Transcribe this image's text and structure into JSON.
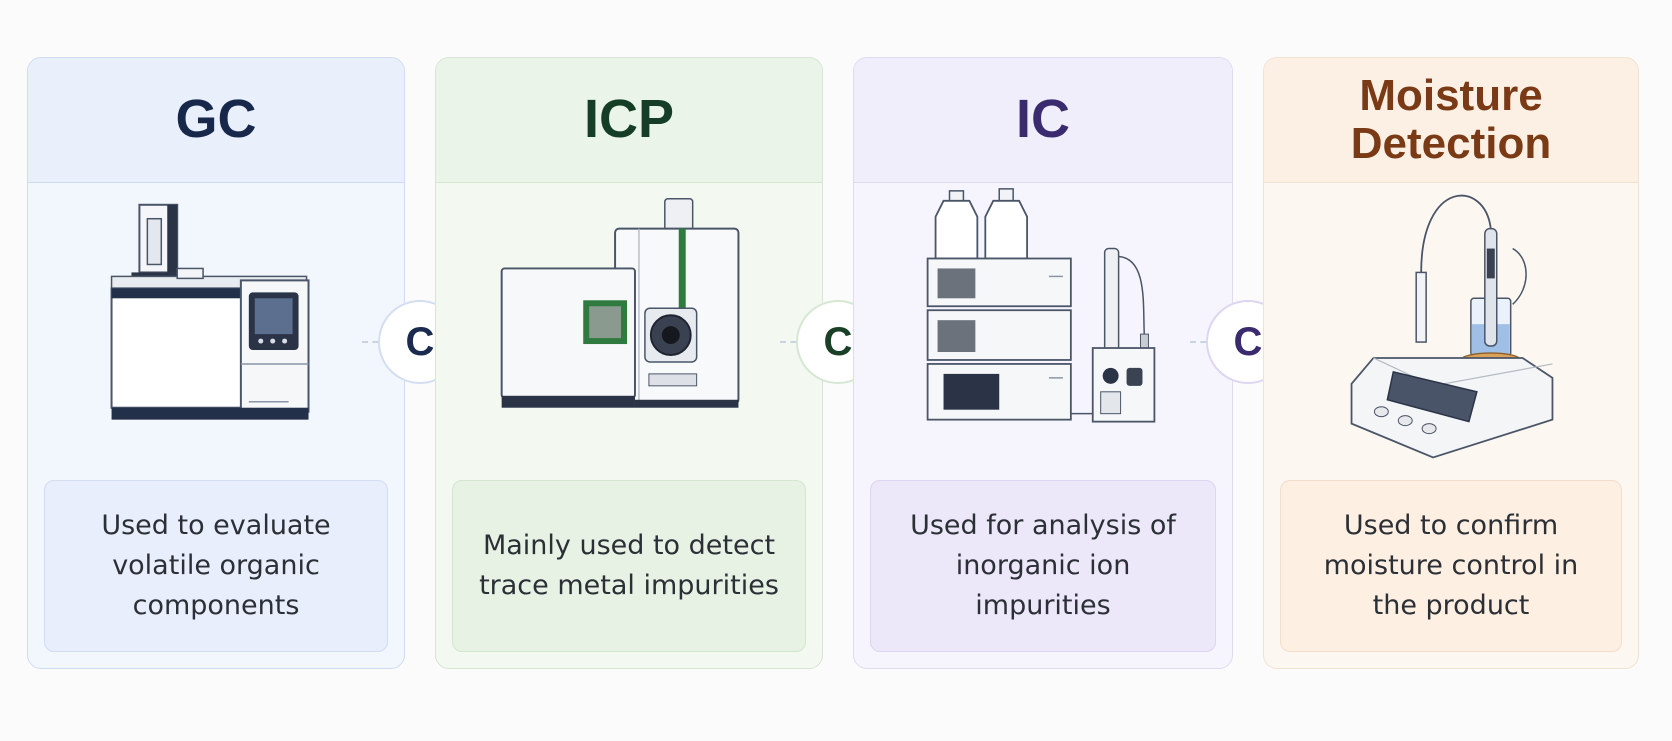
{
  "cards": [
    {
      "id": "gc",
      "title": "GC",
      "description": "Used to evaluate volatile organic components",
      "icon": "gas-chromatograph-icon",
      "accent": "#17284a"
    },
    {
      "id": "icp",
      "title": "ICP",
      "description": "Mainly used to detect trace metal impurities",
      "icon": "icp-spectrometer-icon",
      "accent": "#163d25"
    },
    {
      "id": "ic",
      "title": "IC",
      "description": "Used for analysis of inorganic ion impurities",
      "icon": "ion-chromatograph-icon",
      "accent": "#3a2a6e"
    },
    {
      "id": "moisture",
      "title": "Moisture Detection",
      "description": "Used to confirm moisture control in the product",
      "icon": "karl-fischer-titrator-icon",
      "accent": "#7a3a16"
    }
  ],
  "connectors": [
    {
      "label": "C",
      "icon": "c-circle-icon"
    },
    {
      "label": "C",
      "icon": "c-circle-icon"
    },
    {
      "label": "C",
      "icon": "c-circle-icon"
    }
  ]
}
